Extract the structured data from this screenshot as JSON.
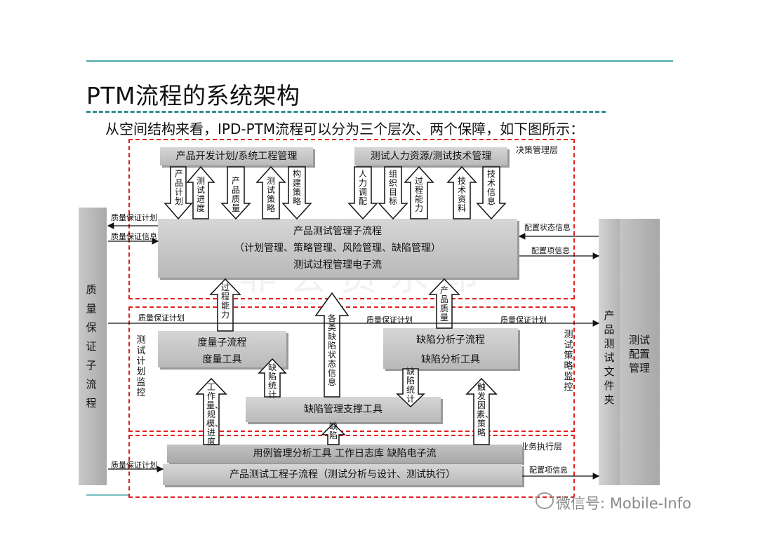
{
  "title": "PTM流程的系统架构",
  "subtitle": "从空间结构来看，IPD-PTM流程可以分为三个层次、两个保障，如下图所示：",
  "layers": {
    "decision": "决策管理层",
    "business": "业务执行层"
  },
  "boxes": {
    "product_dev_plan": "产品开发计划/系统工程管理",
    "hr_tech": "测试人力资源/测试技术管理",
    "ptm_sub_1": "产品测试管理子流程",
    "ptm_sub_2": "（计划管理、策略管理、风险管理、缺陷管理）",
    "ptm_sub_3": "测试过程管理电子流",
    "measure_1": "度量子流程",
    "measure_2": "度量工具",
    "defect_1": "缺陷分析子流程",
    "defect_2": "缺陷分析工具",
    "defect_support": "缺陷管理支撑工具",
    "eng_1": "用例管理分析工具   工作日志库   缺陷电子流",
    "eng_2": "产品测试工程子流程（测试分析与设计、测试执行）"
  },
  "pillars": {
    "left": "质量保证子流程",
    "right_a": "产品测试文件夹",
    "right_b": "测试配置管理"
  },
  "arrows": {
    "a1": "产品计划",
    "a2": "测试进度",
    "a3": "产品质量",
    "a4": "测试策略",
    "a5": "构建策略",
    "a6": "人力调配",
    "a7": "组织目标",
    "a8": "过程能力",
    "a9": "技术资料",
    "a10": "技术信息",
    "a11": "过程能力",
    "a12": "各类缺陷状态信息",
    "a13": "产品质量",
    "a14": "缺陷统计",
    "a15": "工作量、规模、进度",
    "a16": "缺陷统计",
    "a17": "缺陷",
    "a18": "触发因素、策略"
  },
  "labels": {
    "qa_plan_1": "质量保证计划",
    "qa_info": "质量保证信息",
    "config_status": "配置状态信息",
    "config_item_1": "配置项信息",
    "qa_plan_2": "质量保证计划",
    "qa_plan_3": "质量保证计划",
    "qa_plan_4": "质量保证计划",
    "qa_plan_5": "质量保证计划",
    "config_item_2": "配置项信息",
    "test_plan_monitor": "测试计划监控",
    "test_strategy_monitor": "测试策略监控"
  },
  "watermark": "非会员水印",
  "footer": "微信号: Mobile-Info",
  "colors": {
    "accent": "#4aa8a6",
    "dashed_red": "#e02020",
    "box_gray": "#c4c4c4"
  }
}
